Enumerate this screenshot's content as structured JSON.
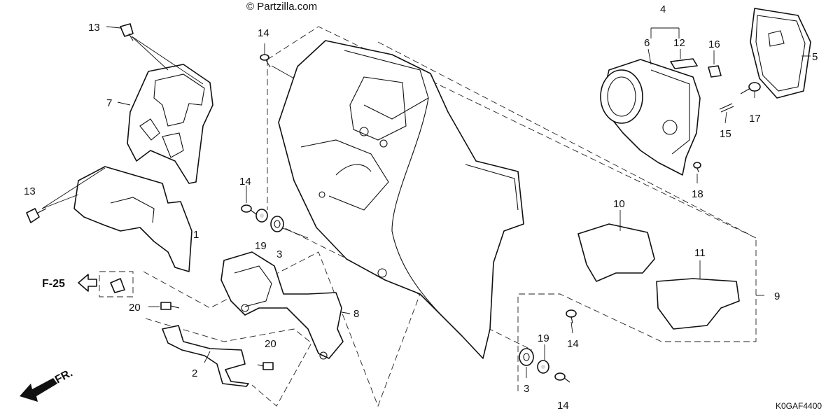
{
  "watermark": "© Partzilla.com",
  "diagram_code": "K0GAF4400",
  "ref_label": "F-25",
  "direction_label": "FR.",
  "callouts": {
    "c1": "1",
    "c2": "2",
    "c3a": "3",
    "c3b": "3",
    "c4": "4",
    "c5": "5",
    "c6": "6",
    "c7": "7",
    "c8": "8",
    "c9": "9",
    "c10": "10",
    "c11": "11",
    "c12": "12",
    "c13a": "13",
    "c13b": "13",
    "c14a": "14",
    "c14b": "14",
    "c14c": "14",
    "c14d": "14",
    "c15": "15",
    "c16": "16",
    "c17": "17",
    "c18": "18",
    "c19a": "19",
    "c19b": "19",
    "c20a": "20",
    "c20b": "20"
  }
}
